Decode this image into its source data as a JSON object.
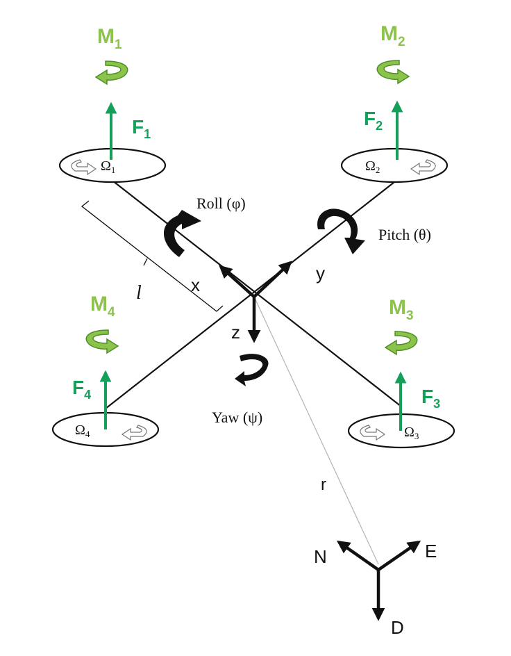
{
  "colors": {
    "force": "#15a05a",
    "moment": "#8cc34a",
    "moment_arrow_fill": "#8cc34a",
    "moment_arrow_edge": "#4e8f2a",
    "structure": "#111111",
    "range_line": "#b8b8b8"
  },
  "rotors": [
    {
      "moment_main": "M",
      "moment_sub": "1",
      "force_main": "F",
      "force_sub": "1",
      "speed_main": "Ω",
      "speed_sub": "1"
    },
    {
      "moment_main": "M",
      "moment_sub": "2",
      "force_main": "F",
      "force_sub": "2",
      "speed_main": "Ω",
      "speed_sub": "2"
    },
    {
      "moment_main": "M",
      "moment_sub": "3",
      "force_main": "F",
      "force_sub": "3",
      "speed_main": "Ω",
      "speed_sub": "3"
    },
    {
      "moment_main": "M",
      "moment_sub": "4",
      "force_main": "F",
      "force_sub": "4",
      "speed_main": "Ω",
      "speed_sub": "4"
    }
  ],
  "body_axes": {
    "x": "x",
    "y": "y",
    "z": "z"
  },
  "rotations": {
    "roll": "Roll (φ)",
    "pitch": "Pitch (θ)",
    "yaw": "Yaw (ψ)"
  },
  "arm_length_label": "l",
  "range_label": "r",
  "ned_frame": {
    "north": "N",
    "east": "E",
    "down": "D"
  },
  "icons": {
    "moment": "curved-rotation-arrow-icon",
    "force": "up-arrow-icon",
    "rotor_spin": "hollow-curved-arrow-icon"
  }
}
